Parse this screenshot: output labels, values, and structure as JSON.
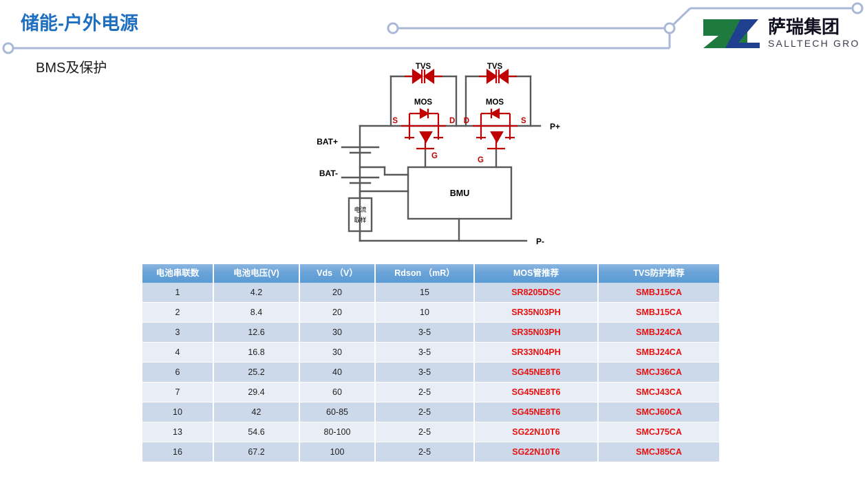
{
  "header": {
    "title": "储能-户外电源",
    "subtitle": "BMS及保护",
    "accent_color": "#1f6fc0",
    "decoration_line_color": "#aab8d8"
  },
  "logo": {
    "name_cn": "萨瑞集团",
    "name_en": "SALLTECH GROUP",
    "green": "#1f7a3f",
    "blue": "#1f3f8f",
    "dark": "#1a1a2e"
  },
  "diagram": {
    "name": "bms-protection-circuit",
    "labels": {
      "tvs_left": "TVS",
      "tvs_right": "TVS",
      "mos_left": "MOS",
      "mos_right": "MOS",
      "s_left": "S",
      "d_left": "D",
      "g_left": "G",
      "d_right": "D",
      "s_right": "S",
      "g_right": "G",
      "bat_plus": "BAT+",
      "bat_minus": "BAT-",
      "p_plus": "P+",
      "p_minus": "P-",
      "bmu": "BMU",
      "shunt_line1": "电流",
      "shunt_line2": "取样"
    },
    "colors": {
      "wire": "#595959",
      "component": "#c00000",
      "text": "#000000"
    }
  },
  "table": {
    "name": "mos-tvs-selection-table",
    "headers": [
      "电池串联数",
      "电池电压(V)",
      "Vds （V）",
      "Rdson （mR）",
      "MOS管推荐",
      "TVS防护推荐"
    ],
    "header_bg": "#5b9bd5",
    "part_color": "#e8110f",
    "rows": [
      {
        "cells": [
          "1",
          "4.2",
          "20",
          "15",
          "SR8205DSC",
          "SMBJ15CA"
        ]
      },
      {
        "cells": [
          "2",
          "8.4",
          "20",
          "10",
          "SR35N03PH",
          "SMBJ15CA"
        ]
      },
      {
        "cells": [
          "3",
          "12.6",
          "30",
          "3-5",
          "SR35N03PH",
          "SMBJ24CA"
        ]
      },
      {
        "cells": [
          "4",
          "16.8",
          "30",
          "3-5",
          "SR33N04PH",
          "SMBJ24CA"
        ]
      },
      {
        "cells": [
          "6",
          "25.2",
          "40",
          "3-5",
          "SG45NE8T6",
          "SMCJ36CA"
        ]
      },
      {
        "cells": [
          "7",
          "29.4",
          "60",
          "2-5",
          "SG45NE8T6",
          "SMCJ43CA"
        ]
      },
      {
        "cells": [
          "10",
          "42",
          "60-85",
          "2-5",
          "SG45NE8T6",
          "SMCJ60CA"
        ]
      },
      {
        "cells": [
          "13",
          "54.6",
          "80-100",
          "2-5",
          "SG22N10T6",
          "SMCJ75CA"
        ]
      },
      {
        "cells": [
          "16",
          "67.2",
          "100",
          "2-5",
          "SG22N10T6",
          "SMCJ85CA"
        ]
      }
    ]
  }
}
